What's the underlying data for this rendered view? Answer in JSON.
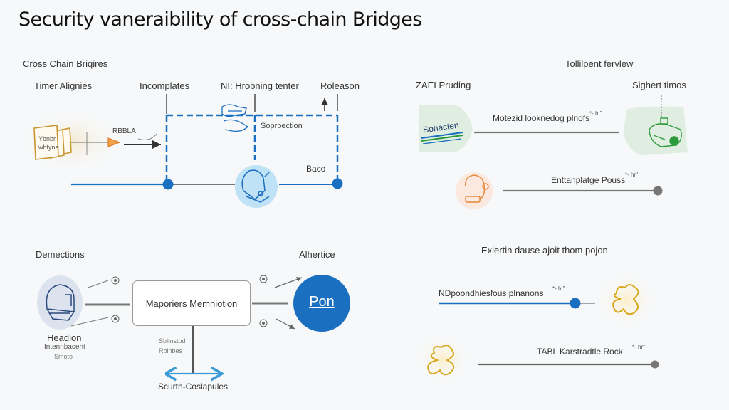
{
  "title": "Security vaneraibility of cross-chain Bridges",
  "top_left_panel": {
    "heading": "Cross Chain Briqires",
    "columns": [
      "Timer Alignies",
      "Incomplates",
      "NI: Hrobning tenter",
      "Roleason"
    ],
    "source_node_text": [
      "Ybnbr",
      "wbfyna"
    ],
    "arrow_label": "RBBLA",
    "box_label": "Soprbection",
    "line_label": "Baco"
  },
  "top_right_panel": {
    "heading": "Tollilpent fervlew",
    "left_label": "ZAEI Pruding",
    "right_label": "Sighert timos",
    "badge_text": "Sohacten",
    "rows": [
      {
        "label": "Motezid looknedog plnofs",
        "sup": "*- hI\""
      },
      {
        "label": "Enttanplatge Pouss",
        "sup": "*- hr\""
      }
    ]
  },
  "bottom_left_panel": {
    "left_heading": "Demections",
    "right_heading": "Alhertice",
    "center_box": "Maporiers Memniotion",
    "node_caption": [
      "Headion",
      "Intennbacent",
      "Smoto"
    ],
    "stem_label": [
      "Sbltnstbd",
      "Rblnbes"
    ],
    "bottom_label": "Scurtn-Coslapules",
    "circle_text": "Pon"
  },
  "bottom_right_panel": {
    "heading": "Exlertin dause ajoit thom pojon",
    "rows": [
      {
        "label": "NDpoondhiesfous plnanons",
        "sup": "*- hI\""
      },
      {
        "label": "TABL Karstradtle Rock",
        "sup": "*- hr\""
      }
    ]
  },
  "colors": {
    "blue": "#1a6fc0",
    "light_blue": "#cfe6f5",
    "green_bg": "#dfeee0",
    "green_icon": "#2e9a3e",
    "orange": "#e58a3a",
    "gold": "#d9a81e",
    "gray_line": "#6e6e6e"
  }
}
